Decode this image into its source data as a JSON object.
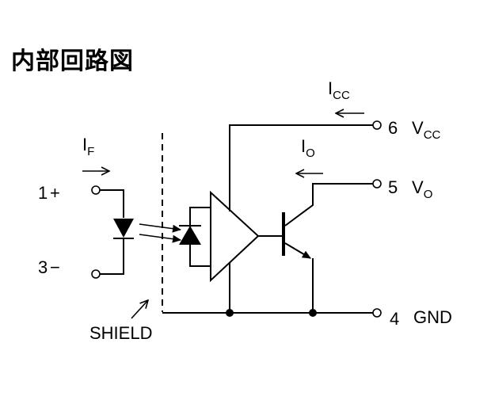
{
  "title": "内部回路図",
  "colors": {
    "line": "#000000",
    "fill": "#000000",
    "background": "#ffffff"
  },
  "labels": {
    "if_main": "I",
    "if_sub": "F",
    "icc_main": "I",
    "icc_sub": "CC",
    "io_main": "I",
    "io_sub": "O",
    "shield": "SHIELD"
  },
  "pins": {
    "p1": {
      "number": "1",
      "sign": "+"
    },
    "p3": {
      "number": "3",
      "sign": "−"
    },
    "p6": {
      "number": "6",
      "name_main": "V",
      "name_sub": "CC"
    },
    "p5": {
      "number": "5",
      "name_main": "V",
      "name_sub": "O"
    },
    "p4": {
      "number": "4",
      "name": "GND"
    }
  }
}
